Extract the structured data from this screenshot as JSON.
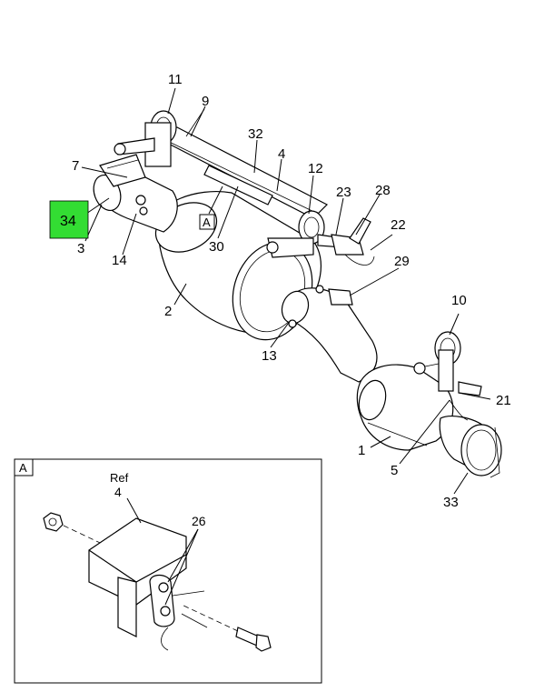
{
  "callouts": {
    "c11": "11",
    "c9": "9",
    "c32": "32",
    "c4": "4",
    "c12": "12",
    "c7": "7",
    "c23": "23",
    "c28": "28",
    "c22": "22",
    "c34": "34",
    "cA": "A",
    "c30": "30",
    "c3": "3",
    "c14": "14",
    "c29": "29",
    "c2": "2",
    "c10": "10",
    "c13": "13",
    "c21": "21",
    "c1": "1",
    "c5": "5",
    "c33": "33"
  },
  "detail": {
    "label": "A",
    "ref_label": "Ref",
    "ref_number": "4",
    "c26": "26"
  },
  "colors": {
    "highlight": "#33dd33"
  }
}
